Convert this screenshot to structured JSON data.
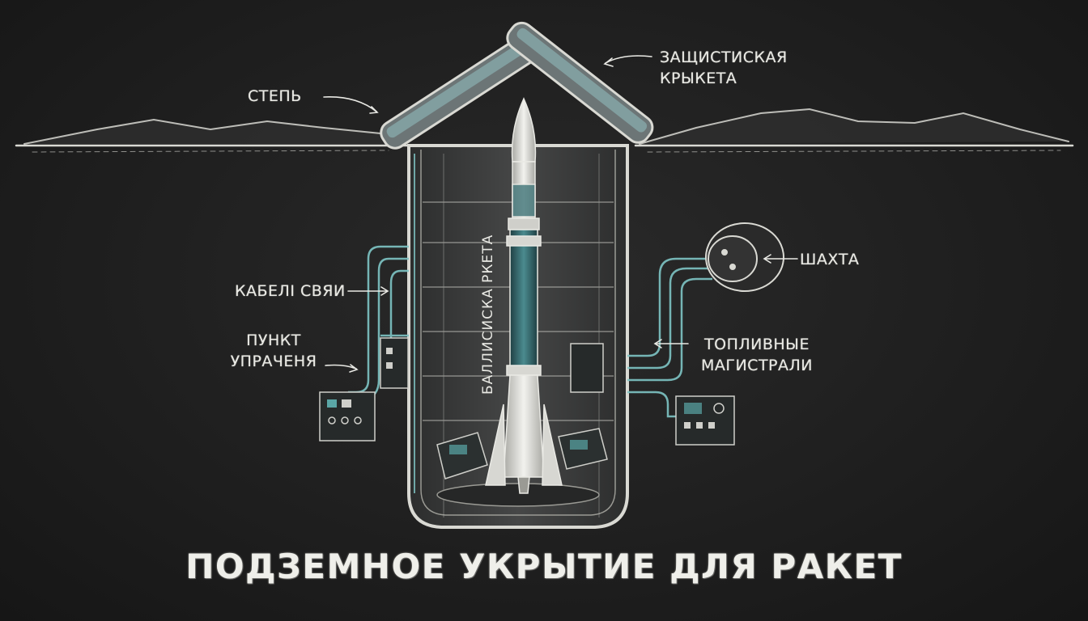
{
  "title": "ПОДЗЕМНОЕ УКРЫТИЕ ДЛЯ РАКЕТ",
  "labels": {
    "steppe": "СТЕПЬ",
    "lid_line1": "ЗАЩИСТИСКАЯ",
    "lid_line2": "КРЫКЕТА",
    "shaft": "ШАХТА",
    "cables": "КАБЕЛІ СВЯИ",
    "control_line1": "ПУНКТ",
    "control_line2": "УПРАЧЕНЯ",
    "fuel_line1": "ТОПЛИВНЫЕ",
    "fuel_line2": "МАГИСТРАЛИ",
    "rocket": "БАЛЛИСИСКА РКЕТА"
  },
  "colors": {
    "chalk": "#e9e9e4",
    "teal": "#7fc6c6",
    "board": "#1d1d1d",
    "silo_fill": "#3a3b3b"
  }
}
